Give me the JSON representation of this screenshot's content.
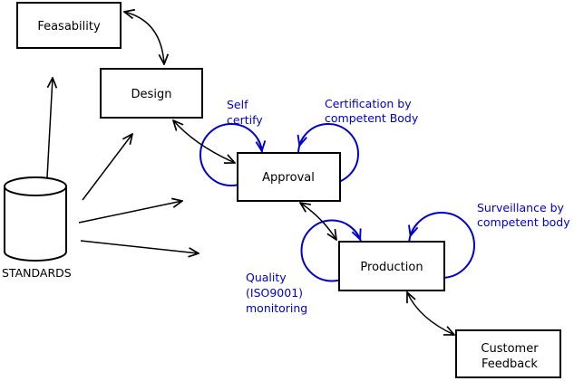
{
  "diagram": {
    "type": "process-flow-diagram",
    "background": "#ffffff",
    "colors": {
      "node_border": "#000000",
      "node_fill": "#ffffff",
      "flow_arrow": "#000000",
      "annotation_blue": "#0000cc",
      "label_text": "#000000"
    },
    "nodes": [
      {
        "id": "feasability",
        "shape": "rectangle",
        "lines": [
          "Feasability"
        ]
      },
      {
        "id": "design",
        "shape": "rectangle",
        "lines": [
          "Design"
        ]
      },
      {
        "id": "approval",
        "shape": "rectangle",
        "lines": [
          "Approval"
        ]
      },
      {
        "id": "production",
        "shape": "rectangle",
        "lines": [
          "Production"
        ]
      },
      {
        "id": "customer-feedback",
        "shape": "rectangle",
        "lines": [
          "Customer",
          "Feedback"
        ]
      },
      {
        "id": "standards",
        "shape": "cylinder",
        "lines": [
          "STANDARDS"
        ]
      }
    ],
    "edges": [
      {
        "from": "feasability",
        "to": "design",
        "style": "double-arrow",
        "color": "#000000"
      },
      {
        "from": "design",
        "to": "approval",
        "style": "double-arrow",
        "color": "#000000"
      },
      {
        "from": "approval",
        "to": "production",
        "style": "double-arrow",
        "color": "#000000"
      },
      {
        "from": "production",
        "to": "customer-feedback",
        "style": "double-arrow",
        "color": "#000000"
      },
      {
        "from": "standards",
        "to": "feasability",
        "style": "arrow",
        "color": "#000000"
      },
      {
        "from": "standards",
        "to": "design",
        "style": "arrow",
        "color": "#000000"
      },
      {
        "from": "standards",
        "to": "approval",
        "style": "arrow",
        "color": "#000000"
      },
      {
        "from": "standards",
        "to": "production",
        "style": "arrow",
        "color": "#000000"
      }
    ],
    "self_loops": [
      {
        "node": "approval",
        "side": "left",
        "annotation": "self-certify",
        "color": "#0000cc"
      },
      {
        "node": "approval",
        "side": "right",
        "annotation": "certification",
        "color": "#0000cc"
      },
      {
        "node": "production",
        "side": "left",
        "annotation": "quality",
        "color": "#0000cc"
      },
      {
        "node": "production",
        "side": "right",
        "annotation": "surveillance",
        "color": "#0000cc"
      }
    ],
    "annotations": [
      {
        "id": "self-certify",
        "lines": [
          "Self",
          "certify"
        ]
      },
      {
        "id": "certification",
        "lines": [
          "Certification by",
          "competent Body"
        ]
      },
      {
        "id": "surveillance",
        "lines": [
          "Surveillance by",
          "competent body"
        ]
      },
      {
        "id": "quality",
        "lines": [
          "Quality",
          "(ISO9001)",
          "monitoring"
        ]
      }
    ]
  }
}
